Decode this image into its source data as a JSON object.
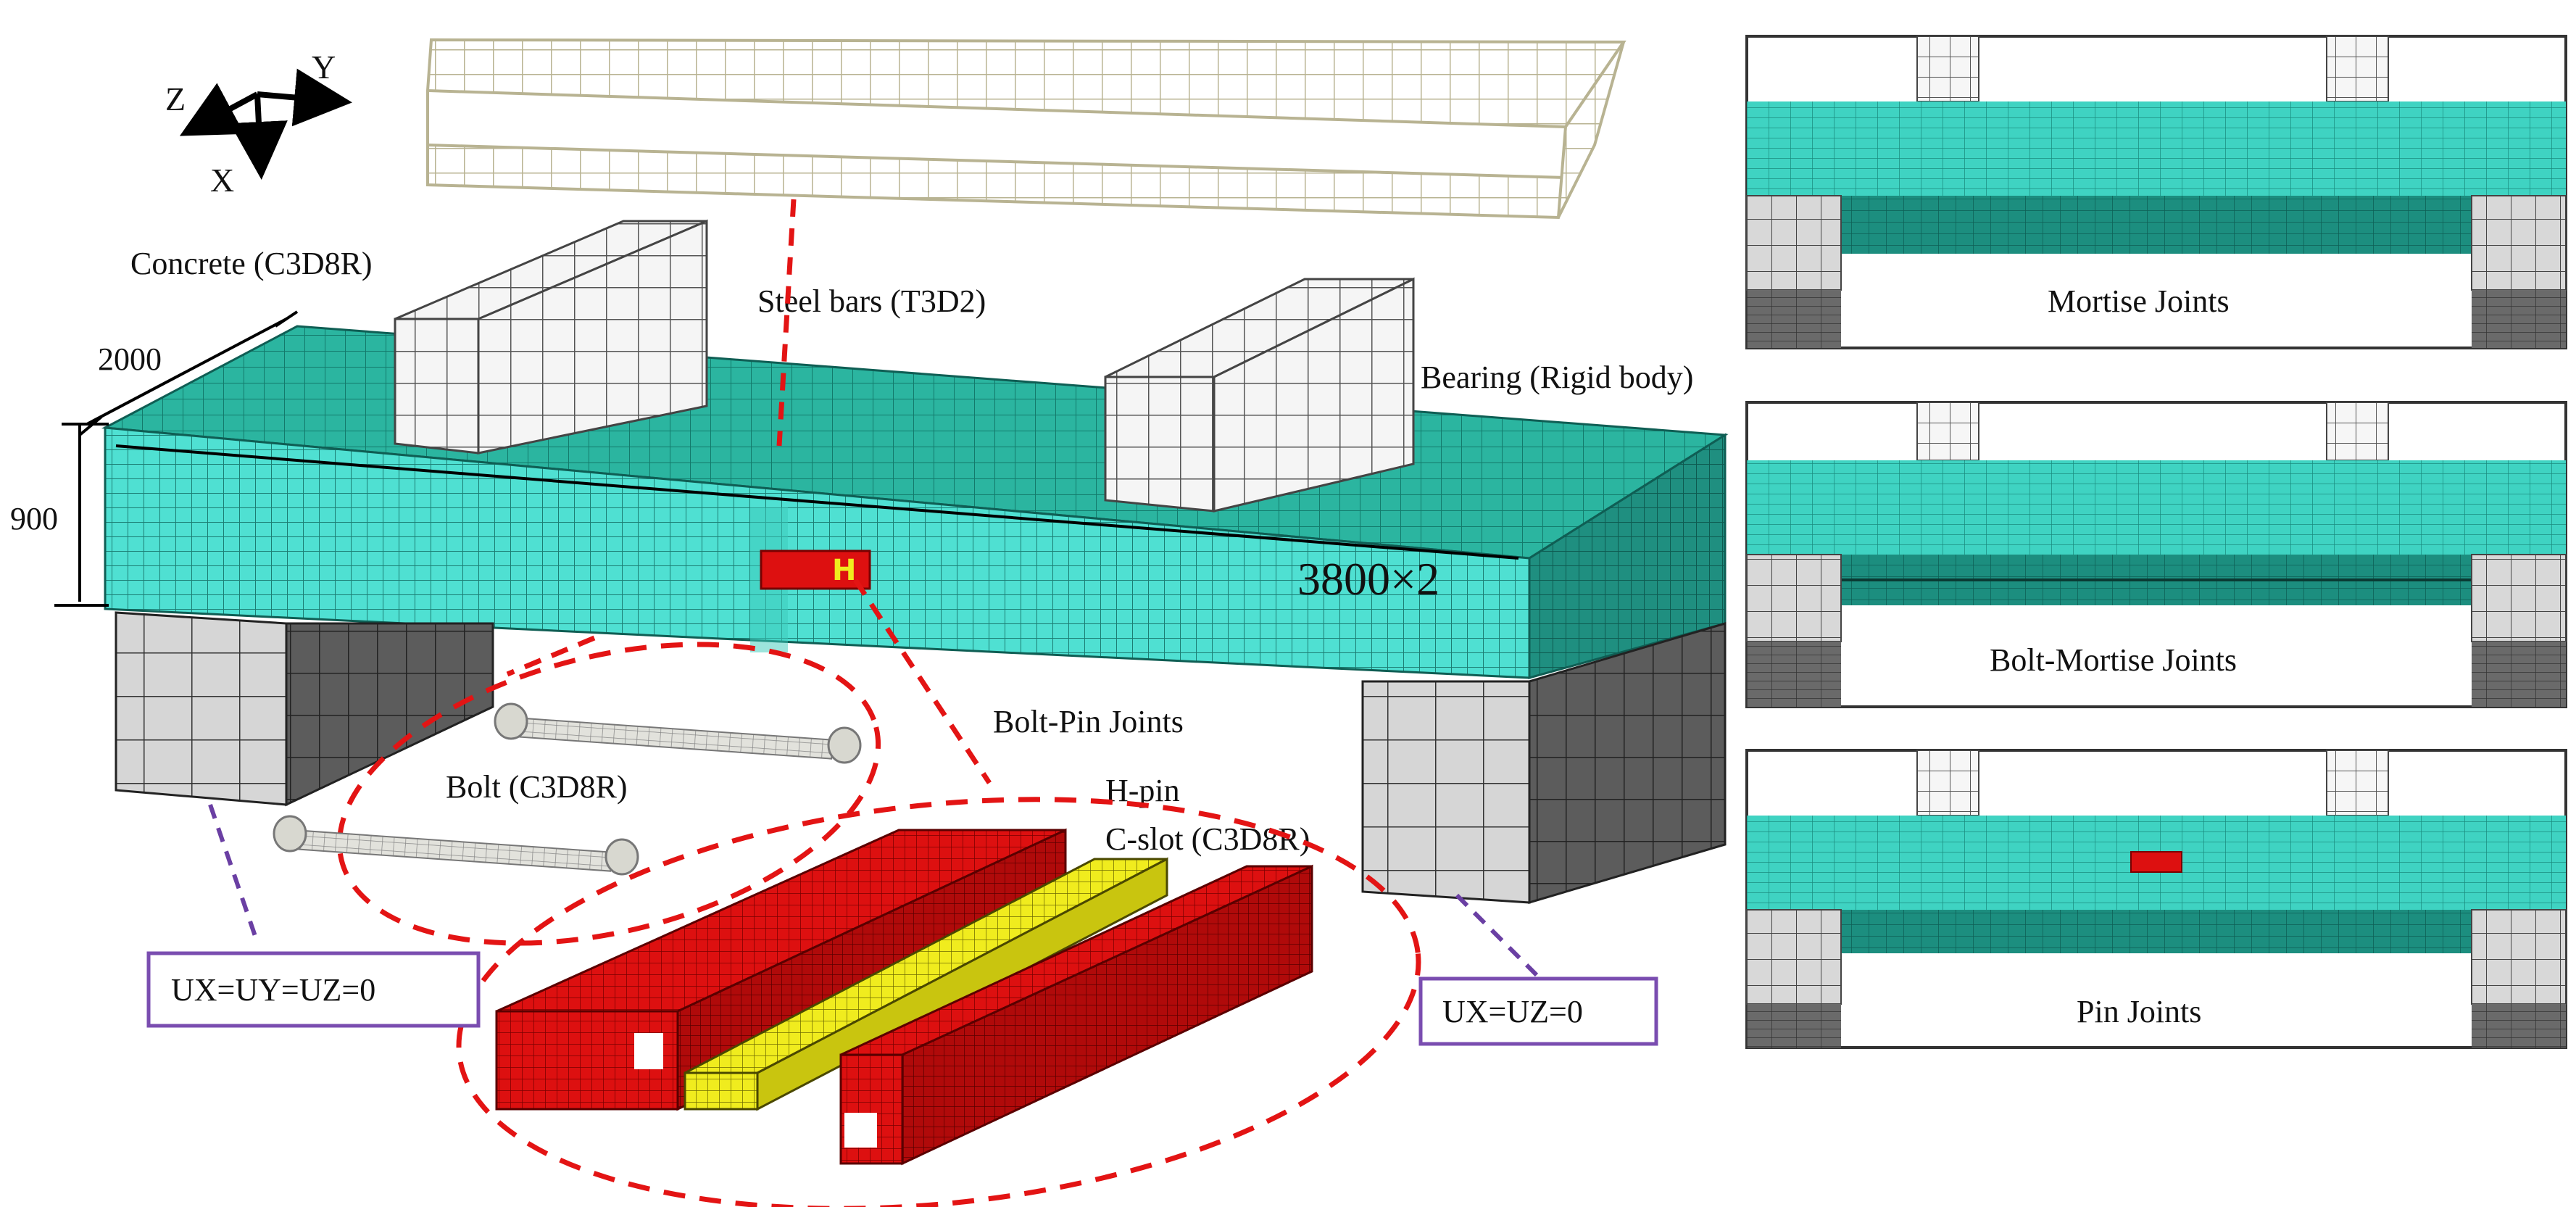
{
  "axes": {
    "z": "Z",
    "y": "Y",
    "x": "X"
  },
  "labels": {
    "concrete": "Concrete (C3D8R)",
    "steel_bars": "Steel bars (T3D2)",
    "bearing": "Bearing (Rigid body)",
    "dim_width": "2000",
    "dim_height": "900",
    "dim_length": "3800×2",
    "bolt_pin": "Bolt-Pin Joints",
    "bolt": "Bolt (C3D8R)",
    "hpin": "H-pin",
    "cslot": "C-slot (C3D8R)",
    "bc_left": "UX=UY=UZ=0",
    "bc_right": "UX=UZ=0"
  },
  "panels": [
    {
      "title": "Mortise Joints"
    },
    {
      "title": "Bolt-Mortise Joints"
    },
    {
      "title": "Pin Joints"
    }
  ],
  "colors": {
    "concrete_top": "#2bb5a0",
    "concrete_front": "#4fe0d2",
    "concrete_side": "#1f8f80",
    "bearing_white": "#f4f4f4",
    "support_light": "#d4d4d4",
    "support_dark": "#5a5a5a",
    "steel_cage": "#b8b392",
    "red_part": "#dd1010",
    "yellow_part": "#f0ec1e",
    "dashed_red": "#e31414",
    "dashed_purple": "#6a3fa3",
    "box_border": "#7a4db0"
  }
}
